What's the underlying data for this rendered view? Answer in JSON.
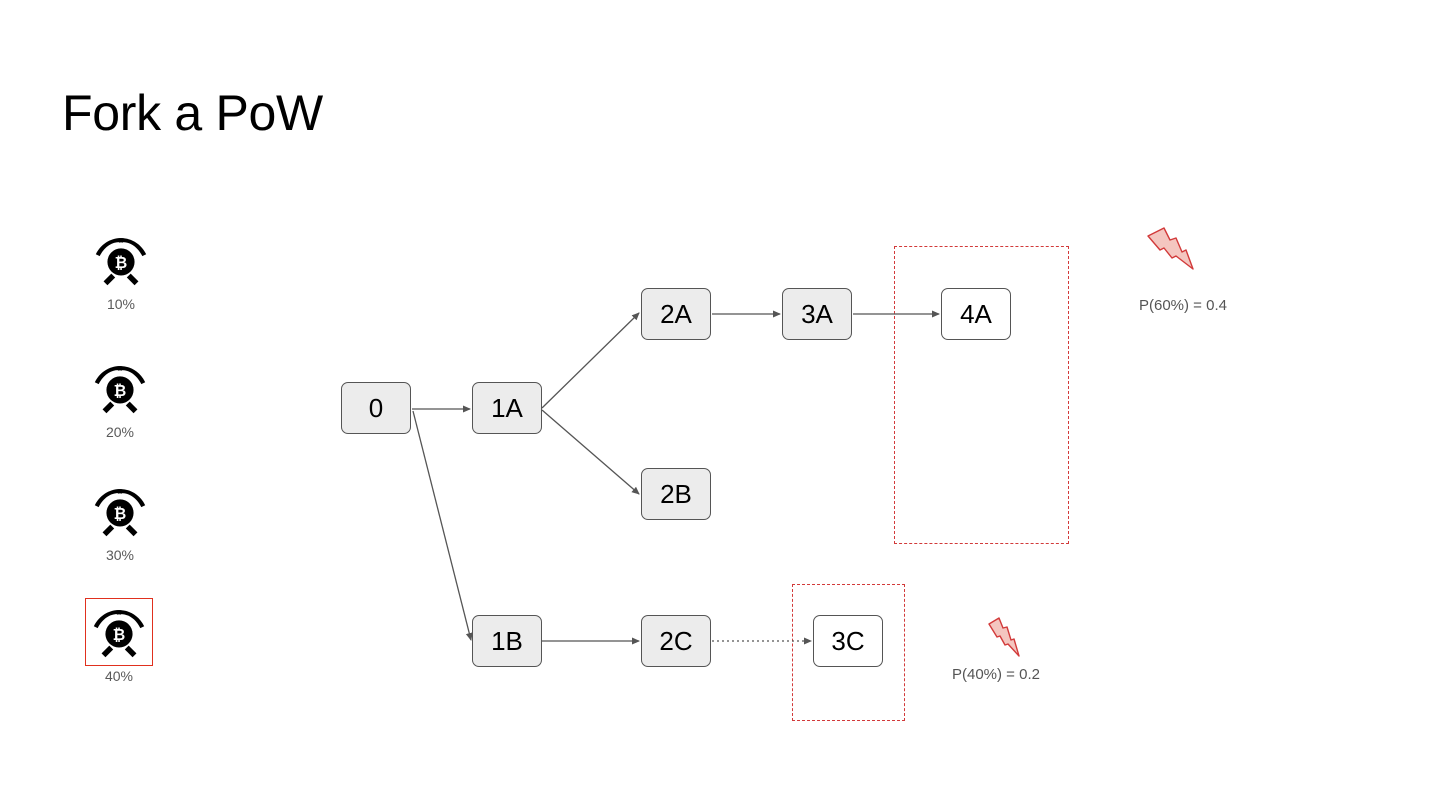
{
  "slide": {
    "title": "Fork a PoW"
  },
  "miners": [
    {
      "share": "10%",
      "selected": false
    },
    {
      "share": "20%",
      "selected": false
    },
    {
      "share": "30%",
      "selected": false
    },
    {
      "share": "40%",
      "selected": true
    }
  ],
  "blocks": {
    "b0": "0",
    "b1a": "1A",
    "b1b": "1B",
    "b2a": "2A",
    "b2b": "2B",
    "b2c": "2C",
    "b3a": "3A",
    "b3c": "3C",
    "b4a": "4A"
  },
  "probabilities": {
    "chain_a": "P(60%) = 0.4",
    "chain_c": "P(40%) = 0.2"
  },
  "colors": {
    "highlight": "#d23a3a",
    "node_fill": "#ececec",
    "bolt": "#f4c6c0"
  },
  "icons": {
    "miner": "bitcoin-pickaxe-icon",
    "event": "lightning-bolt-icon"
  }
}
